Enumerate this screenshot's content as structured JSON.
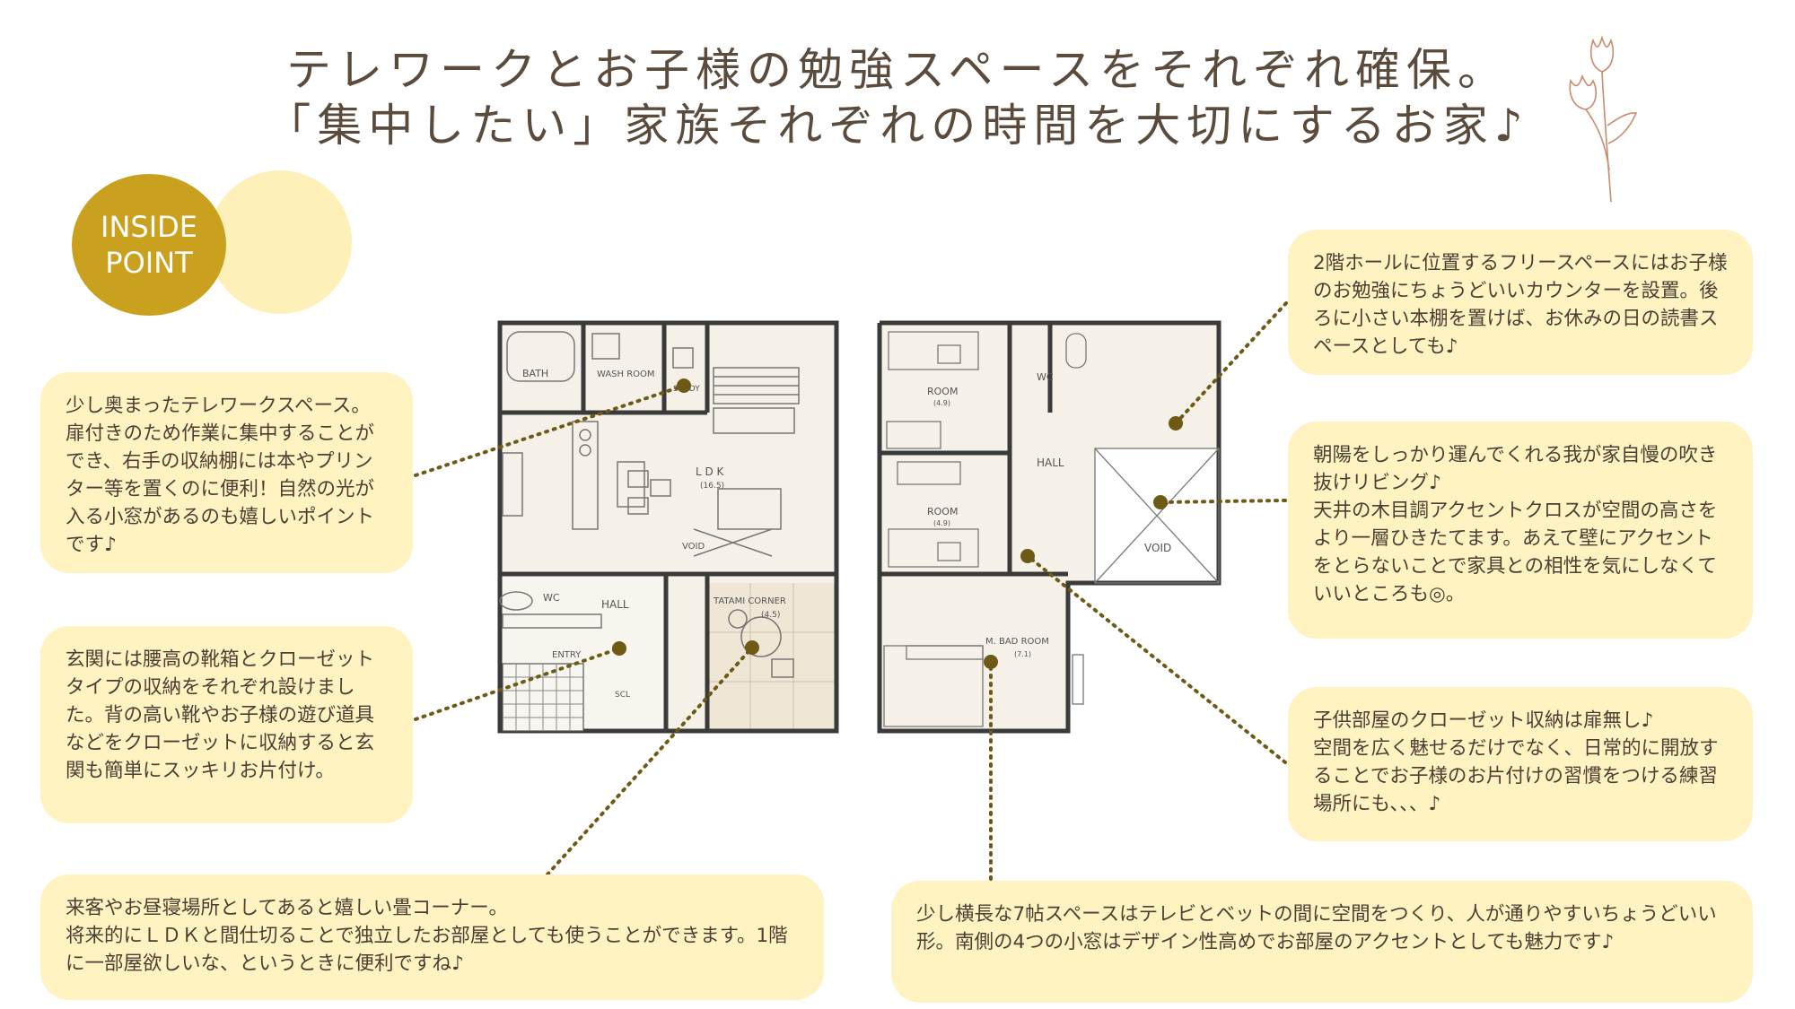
{
  "title": {
    "line1": "テレワークとお子様の勉強スペースをそれぞれ確保。",
    "line2": "「集中したい」家族それぞれの時間を大切にするお家♪"
  },
  "badge": {
    "line1": "INSIDE",
    "line2": "POINT"
  },
  "notes": {
    "telework": "少し奥まったテレワークスペース。扉付きのため作業に集中することができ、右手の収納棚には本やプリンター等を置くのに便利！自然の光が入る小窓があるのも嬉しいポイントです♪",
    "entry": "玄関には腰高の靴箱とクローゼットタイプの収納をそれぞれ設けました。背の高い靴やお子様の遊び道具などをクローゼットに収納すると玄関も簡単にスッキリお片付け。",
    "tatami": "来客やお昼寝場所としてあると嬉しい畳コーナー。\n将来的にＬＤＫと間仕切ることで独立したお部屋としても使うことができます。1階に一部屋欲しいな、というときに便利ですね♪",
    "hall2f": "2階ホールに位置するフリースペースにはお子様のお勉強にちょうどいいカウンターを設置。後ろに小さい本棚を置けば、お休みの日の読書スペースとしても♪",
    "void": "朝陽をしっかり運んでくれる我が家自慢の吹き抜けリビング♪\n天井の木目調アクセントクロスが空間の高さをより一層ひきたてます。あえて壁にアクセントをとらないことで家具との相性を気にしなくていいところも◎。",
    "closet": "子供部屋のクローゼット収納は扉無し♪\n空間を広く魅せるだけでなく、日常的に開放することでお子様のお片付けの習慣をつける練習場所にも、、、♪",
    "master": "少し横長な7帖スペースはテレビとベットの間に空間をつくり、人が通りやすいちょうどいい形。南側の4つの小窓はデザイン性高めでお部屋のアクセントとしても魅力です♪"
  },
  "floor1": {
    "bath": "BATH",
    "wash": "WASH ROOM",
    "study": "STUDY",
    "ldk": "L D K",
    "ldk_size": "(16.5)",
    "void": "VOID",
    "wc": "WC",
    "hall": "HALL",
    "tatami": "TATAMI CORNER",
    "tatami_size": "(4.5)",
    "entry": "ENTRY",
    "scl": "SCL"
  },
  "floor2": {
    "room1": "ROOM",
    "room1_size": "(4.9)",
    "room2": "ROOM",
    "room2_size": "(4.9)",
    "wc": "WC",
    "hall": "HALL",
    "void": "VOID",
    "mbed": "M. BAD ROOM",
    "mbed_size": "(7.1)"
  },
  "colors": {
    "badge": "#c9a11e",
    "badge_light": "#fdf0b9",
    "note_bg": "#fff3c2",
    "leader": "#6e5a15"
  }
}
